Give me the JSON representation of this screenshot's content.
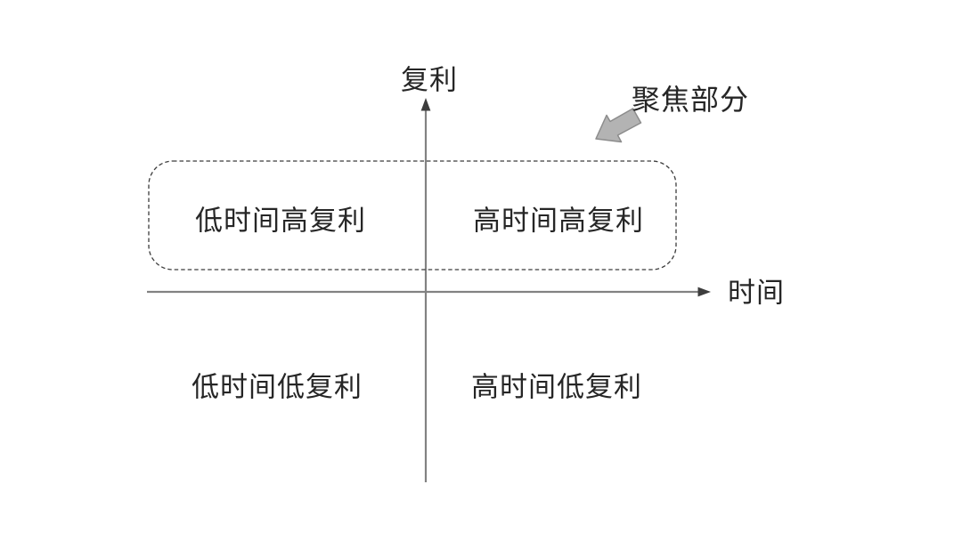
{
  "labels": {
    "y_axis": "复利",
    "x_axis": "时间",
    "annotation": "聚焦部分"
  },
  "quadrants": {
    "top_left": "低时间高复利",
    "top_right": "高时间高复利",
    "bottom_left": "低时间低复利",
    "bottom_right": "高时间低复利"
  },
  "icons": {
    "pointer": "block-arrow-down-left"
  },
  "colors": {
    "background": "#ffffff",
    "axis_line": "#828282",
    "arrowhead": "#3d3d3d",
    "dashed_box": "#3c3c3c",
    "text": "#262626",
    "pointer_fill": "#b3b3b3",
    "pointer_stroke": "#8c8c8c"
  }
}
